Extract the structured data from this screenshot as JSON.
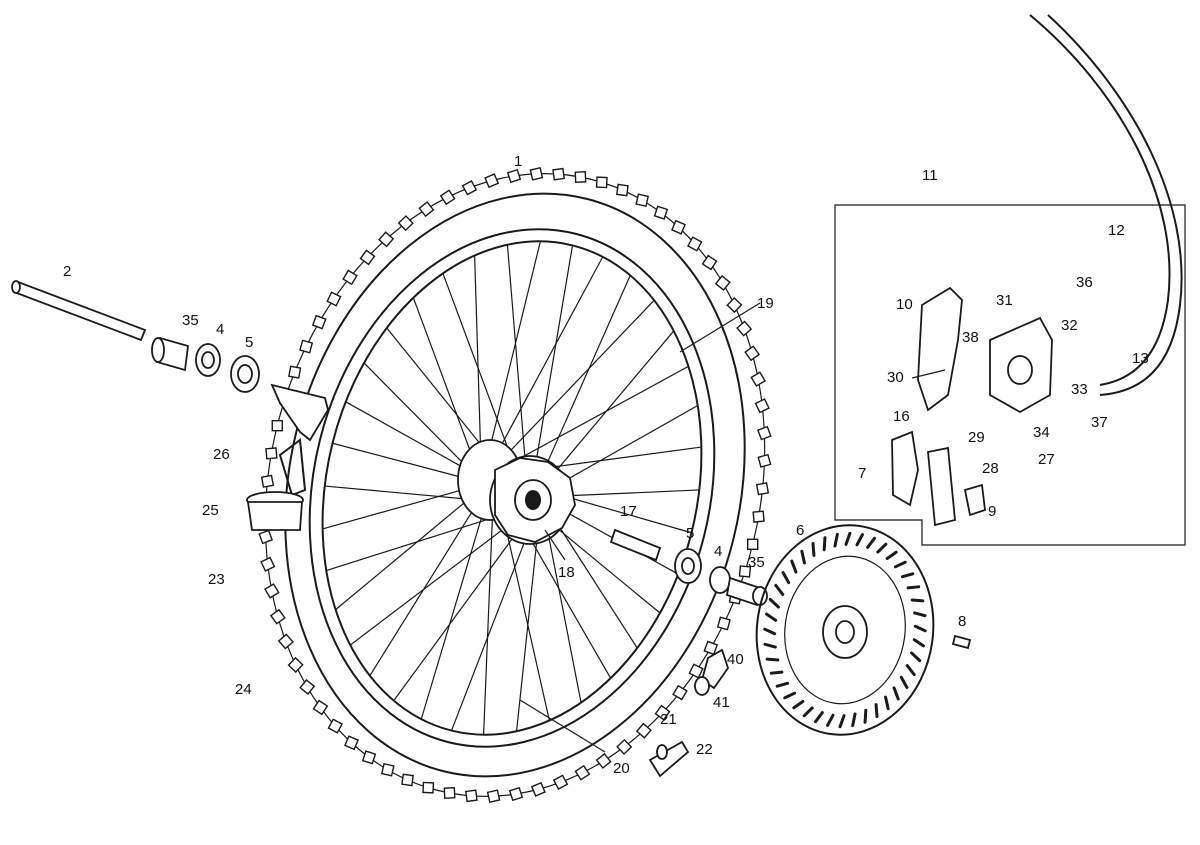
{
  "diagram": {
    "callouts": [
      "1",
      "2",
      "4",
      "5",
      "6",
      "7",
      "8",
      "9",
      "10",
      "11",
      "12",
      "13",
      "16",
      "17",
      "18",
      "19",
      "20",
      "21",
      "22",
      "23",
      "24",
      "25",
      "26",
      "27",
      "28",
      "29",
      "30",
      "31",
      "32",
      "33",
      "34",
      "35",
      "36",
      "37",
      "38",
      "40",
      "41"
    ]
  },
  "labels": {
    "l1": "1",
    "l2": "2",
    "l4a": "4",
    "l4b": "4",
    "l5a": "5",
    "l5b": "5",
    "l6": "6",
    "l7": "7",
    "l8": "8",
    "l9": "9",
    "l10": "10",
    "l11": "11",
    "l12": "12",
    "l13": "13",
    "l16": "16",
    "l17": "17",
    "l18": "18",
    "l19": "19",
    "l20": "20",
    "l21": "21",
    "l22": "22",
    "l23": "23",
    "l24": "24",
    "l25": "25",
    "l26": "26",
    "l27": "27",
    "l28": "28",
    "l29": "29",
    "l30": "30",
    "l31": "31",
    "l32": "32",
    "l33": "33",
    "l34": "34",
    "l35a": "35",
    "l35b": "35",
    "l36": "36",
    "l37": "37",
    "l38": "38",
    "l40": "40",
    "l41": "41"
  },
  "colors": {
    "ink": "#1a1a1a",
    "background": "#ffffff"
  }
}
